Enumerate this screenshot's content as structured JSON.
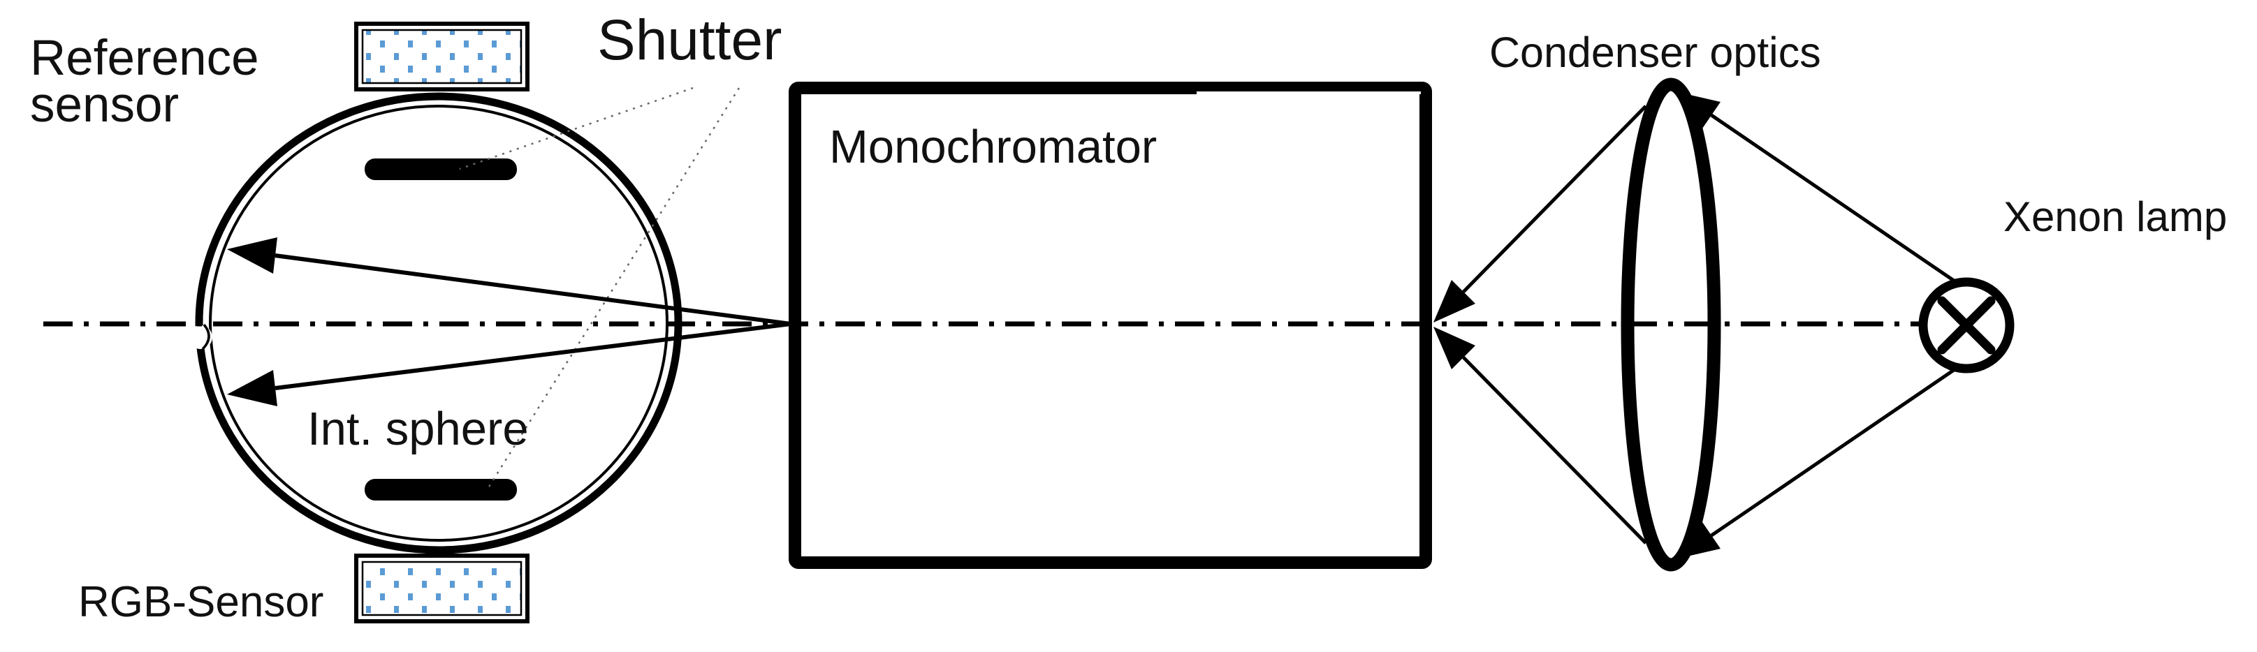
{
  "diagram": {
    "labels": {
      "reference_sensor_line1": "Reference",
      "reference_sensor_line2": "sensor",
      "shutter": "Shutter",
      "int_sphere": "Int. sphere",
      "rgb_sensor": "RGB-Sensor",
      "monochromator": "Monochromator",
      "condenser_optics": "Condenser optics",
      "xenon_lamp": "Xenon lamp"
    },
    "colors": {
      "ink": "#000000",
      "text": "#111111",
      "sensor_dot_blue": "#5b9bd5",
      "leader_gray": "#666666",
      "background": "#ffffff"
    }
  }
}
